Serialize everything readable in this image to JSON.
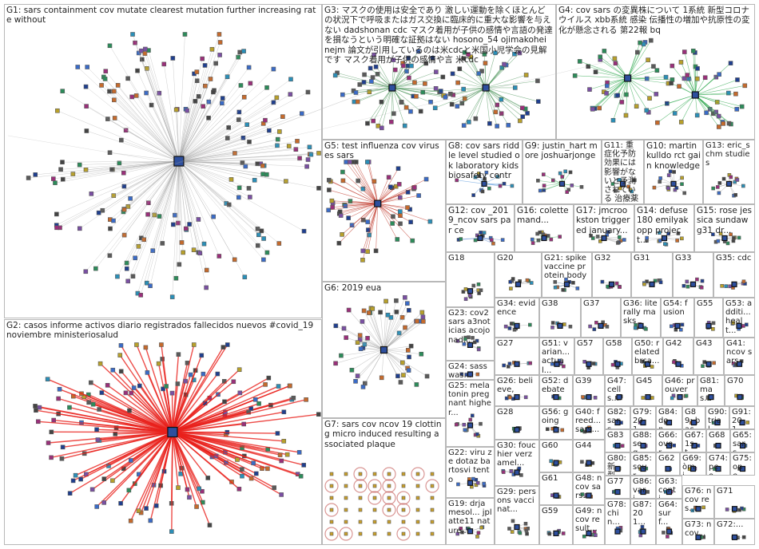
{
  "colors": {
    "edge_default": "#9e9e9e",
    "edge_g2": "#e8211b",
    "edge_g3": "#3e8c4d",
    "edge_g4": "#2fa84f",
    "edge_g5": "#c0392b",
    "edge_g7": "#c0504d",
    "edge_g8": "#2f7fd3",
    "edge_g9": "#2fa84f",
    "edge_g12": "#4a7bd0",
    "edge_g16": "#2fa84f",
    "edge_g21": "#4f6d99",
    "node_border": "#5b5b5b",
    "panel_border": "#b8b8b8"
  },
  "groups": [
    {
      "id": "g1",
      "label": "G1: sars containment cov mutate clearest mutation further increasing rate without"
    },
    {
      "id": "g2",
      "label": "G2: casos informe activos diario registrados fallecidos nuevos #covid_19 noviembre ministeriosalud"
    },
    {
      "id": "g3",
      "label": "G3: マスクの使用は安全であり 激しい運動を除くほとんどの状況下で呼吸またはガス交換に臨床的に重大な影響を与えない dadshonan cdc マスク着用が子供の感情や言語の発達を損なうという明確な証拠はない hosono_54 ojimakohei nejm 論文が引用しているのは米cdcと米国小児学会の見解です マスク着用が子供の感情や言 米cdc"
    },
    {
      "id": "g4",
      "label": "G4: cov sars の変異株について 1系統 新型コロナ ウイルス xbb系統 感染 伝播性の増加や抗原性の変化が懸念される 第22報 bq"
    },
    {
      "id": "g5",
      "label": "G5: test influenza cov viruses sars"
    },
    {
      "id": "g6",
      "label": "G6: 2019 eua"
    },
    {
      "id": "g7",
      "label": "G7: sars cov ncov 19 clotting micro induced resulting associated plaque"
    },
    {
      "id": "g8",
      "label": "G8: cov sars riddle level studied ok laboratory kids biosafety contr"
    },
    {
      "id": "g9",
      "label": "G9: justin_hart more joshuarjonge"
    },
    {
      "id": "g10",
      "label": "G10: martinkulldo rct gain knowledge"
    },
    {
      "id": "g11",
      "label": "G11: 重症化予防効果には影響がないと予測されている 治療薬やワク"
    },
    {
      "id": "g12",
      "label": "G12: cov _2019_ncov sars par ce"
    },
    {
      "id": "g13",
      "label": "G13: eric_schm studies"
    },
    {
      "id": "g14",
      "label": "G14: defuse 180 emilyakopp project..."
    },
    {
      "id": "g15",
      "label": "G15: rose jessica sundawg31 dr..."
    },
    {
      "id": "g16",
      "label": "G16: colettemand..."
    },
    {
      "id": "g17",
      "label": "G17: jmcrookston triggered january..."
    },
    {
      "id": "g18",
      "label": "G18"
    },
    {
      "id": "g19",
      "label": "G19: drjamesol... jplatte11 nature..."
    },
    {
      "id": "g20",
      "label": "G20"
    },
    {
      "id": "g21",
      "label": "G21: spike vaccine protein body"
    },
    {
      "id": "g22",
      "label": "G22: viru ze dotaz bartosvi tento"
    },
    {
      "id": "g23",
      "label": "G23: cov2 sars a3noticias acojonad..."
    },
    {
      "id": "g24",
      "label": "G24: sasswas..."
    },
    {
      "id": "g25",
      "label": "G25: melatonin pregnant higher..."
    },
    {
      "id": "g26",
      "label": "G26: believe,"
    },
    {
      "id": "g27",
      "label": "G27"
    },
    {
      "id": "g28",
      "label": "G28"
    },
    {
      "id": "g29",
      "label": "G29: persons vaccinat..."
    },
    {
      "id": "g30",
      "label": "G30: fouchier verzamel..."
    },
    {
      "id": "g31",
      "label": "G31"
    },
    {
      "id": "g32",
      "label": "G32"
    },
    {
      "id": "g33",
      "label": "G33"
    },
    {
      "id": "g34",
      "label": "G34: evidence"
    },
    {
      "id": "g35",
      "label": "G35: cdc"
    },
    {
      "id": "g36",
      "label": "G36: literally masks"
    },
    {
      "id": "g37",
      "label": "G37"
    },
    {
      "id": "g38",
      "label": "G38"
    },
    {
      "id": "g39",
      "label": "G39"
    },
    {
      "id": "g40",
      "label": "G40: freed... sars..."
    },
    {
      "id": "g41",
      "label": "G41: ncov sars"
    },
    {
      "id": "g42",
      "label": "G42"
    },
    {
      "id": "g43",
      "label": "G43"
    },
    {
      "id": "g44",
      "label": "G44"
    },
    {
      "id": "g45",
      "label": "G45"
    },
    {
      "id": "g46",
      "label": "G46: prouver"
    },
    {
      "id": "g47",
      "label": "G47: cells..."
    },
    {
      "id": "g48",
      "label": "G48: ncov sars..."
    },
    {
      "id": "g49",
      "label": "G49: ncov result..."
    },
    {
      "id": "g50",
      "label": "G50: related brca..."
    },
    {
      "id": "g51",
      "label": "G51: varian... actual..."
    },
    {
      "id": "g52",
      "label": "G52: debate"
    },
    {
      "id": "g53",
      "label": "G53: additi... healt..."
    },
    {
      "id": "g54",
      "label": "G54: fusion"
    },
    {
      "id": "g55",
      "label": "G55"
    },
    {
      "id": "g56",
      "label": "G56: going"
    },
    {
      "id": "g57",
      "label": "G57"
    },
    {
      "id": "g58",
      "label": "G58"
    },
    {
      "id": "g59",
      "label": "G59"
    },
    {
      "id": "g60",
      "label": "G60"
    },
    {
      "id": "g61",
      "label": "G61"
    },
    {
      "id": "g62",
      "label": "G62"
    },
    {
      "id": "g63",
      "label": "G63: conti..."
    },
    {
      "id": "g64",
      "label": "G64: surf..."
    },
    {
      "id": "g65",
      "label": "G65: sars..."
    },
    {
      "id": "g66",
      "label": "G66: over..."
    },
    {
      "id": "g67",
      "label": "G67: 1st..."
    },
    {
      "id": "g68",
      "label": "G68"
    },
    {
      "id": "g69",
      "label": "G69: òmi..."
    },
    {
      "id": "g70",
      "label": "G70"
    },
    {
      "id": "g71",
      "label": "G71"
    },
    {
      "id": "g72",
      "label": "G72:..."
    },
    {
      "id": "g73",
      "label": "G73: ncov..."
    },
    {
      "id": "g74",
      "label": "G74: peo..."
    },
    {
      "id": "g75",
      "label": "G75: one..."
    },
    {
      "id": "g76",
      "label": "G76: ncov res..."
    },
    {
      "id": "g77",
      "label": "G77"
    },
    {
      "id": "g78",
      "label": "G78: chin..."
    },
    {
      "id": "g79",
      "label": "G79: 201..."
    },
    {
      "id": "g80",
      "label": "G80: 新型..."
    },
    {
      "id": "g81",
      "label": "G81: mas..."
    },
    {
      "id": "g82",
      "label": "G82: sars..."
    },
    {
      "id": "g83",
      "label": "G83"
    },
    {
      "id": "g84",
      "label": "G84: don..."
    },
    {
      "id": "g85",
      "label": "G85: sour..."
    },
    {
      "id": "g86",
      "label": "G86: vari..."
    },
    {
      "id": "g87",
      "label": "G87: 201..."
    },
    {
      "id": "g88",
      "label": "G88: seq..."
    },
    {
      "id": "g89",
      "label": "G89: bac..."
    },
    {
      "id": "g90",
      "label": "G90: trial..."
    },
    {
      "id": "g91",
      "label": "G91: 201..."
    }
  ]
}
